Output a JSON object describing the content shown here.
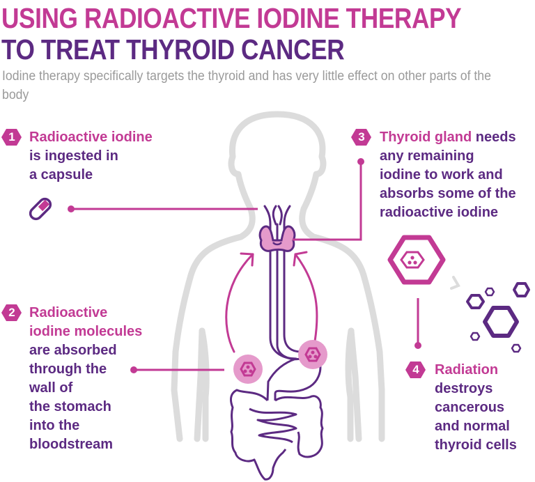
{
  "header": {
    "title_line1": "USING RADIOACTIVE IODINE THERAPY",
    "title_line2": "TO TREAT THYROID CANCER",
    "subtitle": "Iodine therapy specifically targets the thyroid and has very little effect on other parts of the body"
  },
  "colors": {
    "magenta": "#c23a94",
    "purple": "#5c2a82",
    "gray_outline": "#dcdcdc",
    "thyroid_fill": "#e59acb",
    "subtitle_gray": "#9a9a9a"
  },
  "steps": [
    {
      "number": "1",
      "highlight": "Radioactive iodine",
      "lines": [
        "is ingested in",
        "a capsule"
      ],
      "icon": "capsule-icon"
    },
    {
      "number": "2",
      "highlight_lines": [
        "Radioactive",
        "iodine molecules"
      ],
      "lines": [
        "are absorbed",
        "through the",
        "wall of",
        "the stomach",
        "into the",
        "bloodstream"
      ],
      "icon": "radioactive-molecule-icon"
    },
    {
      "number": "3",
      "highlight": "Thyroid gland",
      "rest_first_line": " needs",
      "lines": [
        "any remaining",
        "iodine to work and",
        "absorbs some of the",
        "radioactive iodine"
      ],
      "icon": "radioactive-hexagon-icon"
    },
    {
      "number": "4",
      "highlight": "Radiation",
      "lines": [
        "destroys",
        "cancerous",
        "and normal",
        "thyroid cells"
      ],
      "icon": "destroyed-cells-hexagons-icon"
    }
  ]
}
